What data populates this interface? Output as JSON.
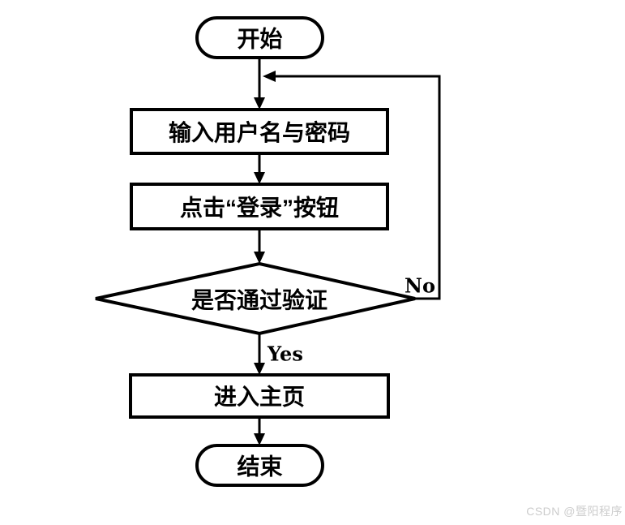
{
  "flowchart": {
    "type": "flowchart",
    "direction": "top-down",
    "nodes": [
      {
        "id": "start",
        "shape": "terminator",
        "label": "开始"
      },
      {
        "id": "input-credentials",
        "shape": "process",
        "label": "输入用户名与密码"
      },
      {
        "id": "click-login",
        "shape": "process",
        "label": "点击“登录”按钮"
      },
      {
        "id": "verify",
        "shape": "decision",
        "label": "是否通过验证"
      },
      {
        "id": "enter-home",
        "shape": "process",
        "label": "进入主页"
      },
      {
        "id": "end",
        "shape": "terminator",
        "label": "结束"
      }
    ],
    "edges": [
      {
        "from": "start",
        "to": "input-credentials",
        "label": ""
      },
      {
        "from": "input-credentials",
        "to": "click-login",
        "label": ""
      },
      {
        "from": "click-login",
        "to": "verify",
        "label": ""
      },
      {
        "from": "verify",
        "to": "enter-home",
        "label": "Yes"
      },
      {
        "from": "verify",
        "to": "input-credentials",
        "label": "No"
      },
      {
        "from": "enter-home",
        "to": "end",
        "label": ""
      }
    ],
    "labels": {
      "yes": "Yes",
      "no": "No"
    },
    "colors": {
      "stroke": "#000000",
      "shape_fill": "#ffffff",
      "background": "#ffffff"
    }
  },
  "watermark": {
    "text": "CSDN @暨阳程序",
    "color": "#cccccc"
  }
}
